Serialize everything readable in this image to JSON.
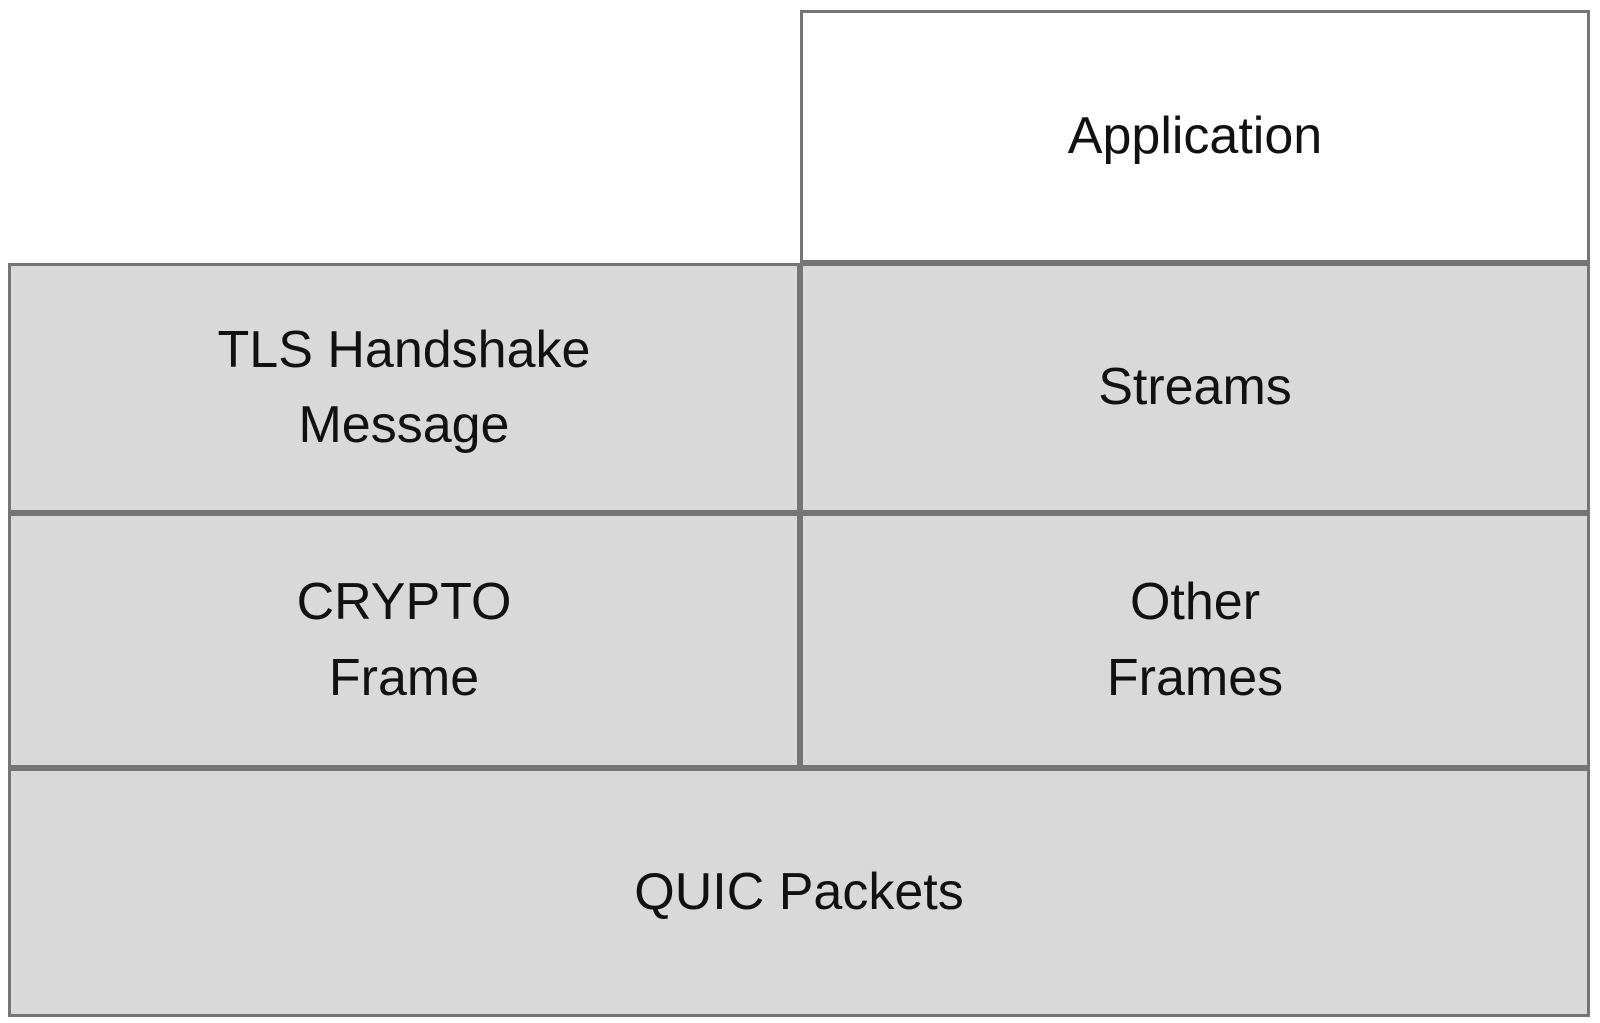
{
  "diagram": {
    "boxes": {
      "application": {
        "label": "Application"
      },
      "tls_handshake": {
        "label": "TLS Handshake\nMessage"
      },
      "streams": {
        "label": "Streams"
      },
      "crypto_frame": {
        "label": "CRYPTO\nFrame"
      },
      "other_frames": {
        "label": "Other\nFrames"
      },
      "quic_packets": {
        "label": "QUIC Packets"
      }
    }
  },
  "colors": {
    "background": "#ffffff",
    "box_fill": "#d9d9d9",
    "box_fill_white": "#ffffff",
    "border": "#757575",
    "text": "#111111"
  }
}
